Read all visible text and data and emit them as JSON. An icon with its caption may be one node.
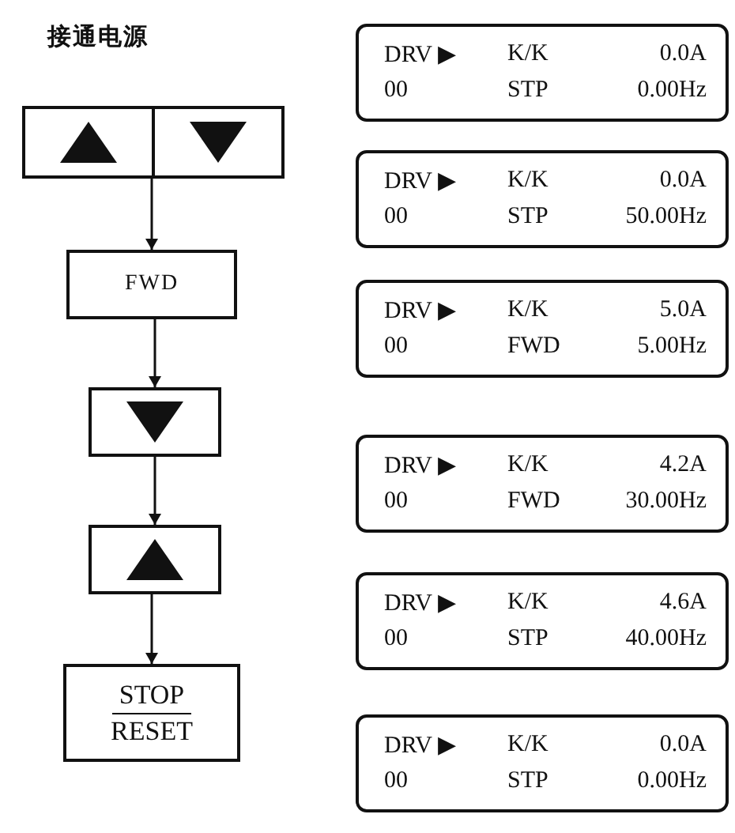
{
  "diagram": {
    "title": "接通电源",
    "nodes": [
      {
        "text": [],
        "shape": "box"
      },
      {
        "text": [
          "FWD"
        ]
      },
      {
        "text": [],
        "shape": "box"
      },
      {
        "text": [],
        "shape": "box"
      },
      {
        "text": [
          "STOP",
          "RESET"
        ]
      },
      {
        "text": [
          "DRV ▶",
          "K/K",
          "0.0A",
          "00",
          "STP",
          "0.00Hz"
        ]
      },
      {
        "text": [
          "DRV ▶",
          "K/K",
          "0.0A",
          "00",
          "STP",
          "50.00Hz"
        ]
      },
      {
        "text": [
          "DRV ▶",
          "K/K",
          "5.0A",
          "00",
          "FWD",
          "5.00Hz"
        ]
      },
      {
        "text": [
          "DRV ▶",
          "K/K",
          "4.2A",
          "00",
          "FWD",
          "30.00Hz"
        ]
      },
      {
        "text": [
          "DRV ▶",
          "K/K",
          "4.6A",
          "00",
          "STP",
          "40.00Hz"
        ]
      },
      {
        "text": [
          "DRV ▶",
          "K/K",
          "0.0A",
          "00",
          "STP",
          "0.00Hz"
        ]
      }
    ],
    "edges": [
      {
        "from": 0,
        "to": 1,
        "arrow": "to"
      },
      {
        "from": 1,
        "to": 2,
        "arrow": "to"
      },
      {
        "from": 2,
        "to": 3,
        "arrow": "to"
      },
      {
        "from": 3,
        "to": 4,
        "arrow": "to"
      }
    ]
  }
}
